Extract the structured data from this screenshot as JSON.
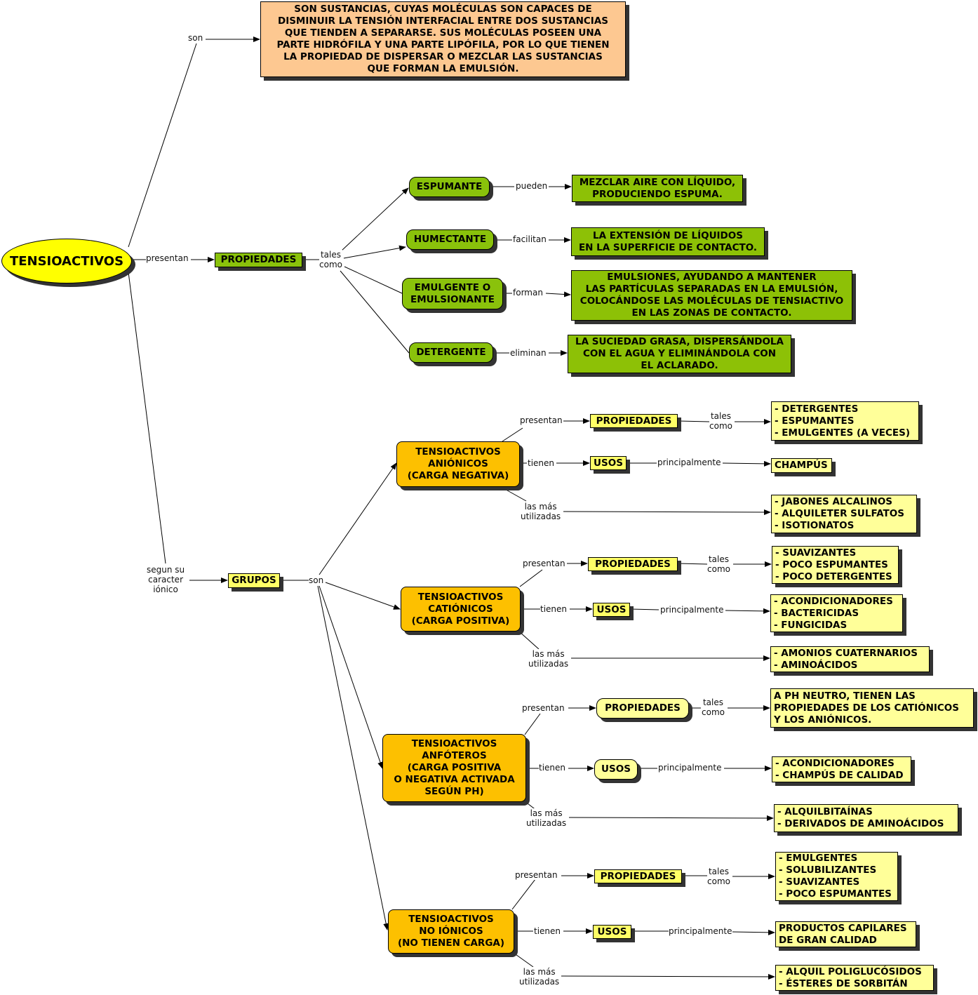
{
  "root": "TENSIOACTIVOS",
  "definition": {
    "link": "son",
    "text": "SON SUSTANCIAS, CUYAS MOLÉCULAS SON CAPACES DE\nDISMINUIR LA TENSIÓN INTERFACIAL ENTRE DOS SUSTANCIAS\nQUE TIENDEN A SEPARARSE. SUS MOLÉCULAS POSEEN UNA\nPARTE HIDRÓFILA Y UNA PARTE LIPÓFILA, POR LO QUE TIENEN\nLA PROPIEDAD DE DISPERSAR O MEZCLAR LAS SUSTANCIAS\nQUE FORMAN LA EMULSIÓN."
  },
  "propiedades": {
    "link": "presentan",
    "label": "PROPIEDADES",
    "sublink": "tales\ncomo",
    "items": [
      {
        "name": "ESPUMANTE",
        "verb": "pueden",
        "desc": "MEZCLAR AIRE CON LÍQUIDO,\nPRODUCIENDO ESPUMA."
      },
      {
        "name": "HUMECTANTE",
        "verb": "facilitan",
        "desc": "LA EXTENSIÓN DE LÍQUIDOS\nEN LA SUPERFICIE DE CONTACTO."
      },
      {
        "name": "EMULGENTE O\nEMULSIONANTE",
        "verb": "forman",
        "desc": "EMULSIONES, AYUDANDO A MANTENER\nLAS PARTÍCULAS SEPARADAS EN LA EMULSIÓN,\nCOLOCÁNDOSE LAS MOLÉCULAS DE TENSIACTIVO\nEN LAS ZONAS DE CONTACTO."
      },
      {
        "name": "DETERGENTE",
        "verb": "eliminan",
        "desc": "LA SUCIEDAD GRASA, DISPERSÁNDOLA\nCON EL AGUA Y ELIMINÁNDOLA CON\nEL ACLARADO."
      }
    ]
  },
  "grupos": {
    "link": "segun su\ncaracter\niónico",
    "label": "GRUPOS",
    "sublink": "son",
    "types": [
      {
        "name": "TENSIOACTIVOS\nANIÓNICOS\n(CARGA NEGATIVA)",
        "presentan": "presentan",
        "props_label": "PROPIEDADES",
        "tales_como": "tales\ncomo",
        "props": "- DETERGENTES\n- ESPUMANTES\n- EMULGENTES (A VECES)",
        "tienen": "tienen",
        "usos_label": "USOS",
        "principalmente": "principalmente",
        "usos": "CHAMPÚS",
        "mas_utilizadas": "las más\nutilizadas",
        "ejemplos": "- JABONES ALCALINOS\n- ALQUILETER SULFATOS\n- ISOTIONATOS"
      },
      {
        "name": "TENSIOACTIVOS\nCATIÓNICOS\n(CARGA POSITIVA)",
        "presentan": "presentan",
        "props_label": "PROPIEDADES",
        "tales_como": "tales\ncomo",
        "props": "- SUAVIZANTES\n- POCO ESPUMANTES\n- POCO DETERGENTES",
        "tienen": "tienen",
        "usos_label": "USOS",
        "principalmente": "principalmente",
        "usos": "- ACONDICIONADORES\n- BACTERICIDAS\n- FUNGICIDAS",
        "mas_utilizadas": "las más\nutilizadas",
        "ejemplos": "- AMONIOS CUATERNARIOS\n- AMINOÁCIDOS"
      },
      {
        "name": "TENSIOACTIVOS\nANFÓTEROS\n(CARGA POSITIVA\nO NEGATIVA ACTIVADA\nSEGÚN PH)",
        "presentan": "presentan",
        "props_label": "PROPIEDADES",
        "tales_como": "tales\ncomo",
        "props": "A PH NEUTRO, TIENEN LAS\nPROPIEDADES DE LOS CATIÓNICOS\nY LOS ANIÓNICOS.",
        "tienen": "tienen",
        "usos_label": "USOS",
        "principalmente": "principalmente",
        "usos": "- ACONDICIONADORES\n- CHAMPÚS DE CALIDAD",
        "mas_utilizadas": "las más\nutilizadas",
        "ejemplos": "- ALQUILBITAÍNAS\n- DERIVADOS DE AMINOÁCIDOS"
      },
      {
        "name": "TENSIOACTIVOS\nNO IÓNICOS\n(NO TIENEN CARGA)",
        "presentan": "presentan",
        "props_label": "PROPIEDADES",
        "tales_como": "tales\ncomo",
        "props": "- EMULGENTES\n- SOLUBILIZANTES\n- SUAVIZANTES\n- POCO ESPUMANTES",
        "tienen": "tienen",
        "usos_label": "USOS",
        "principalmente": "principalmente",
        "usos": "PRODUCTOS CAPILARES\nDE GRAN CALIDAD",
        "mas_utilizadas": "las más\nutilizadas",
        "ejemplos": "- ALQUIL POLIGLUCÓSIDOS\n- ÉSTERES DE SORBITÁN"
      }
    ]
  }
}
